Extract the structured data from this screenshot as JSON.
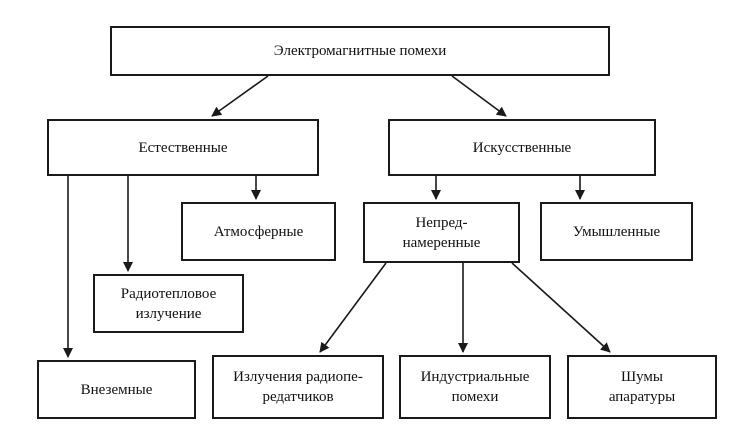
{
  "nodes": {
    "root": "Электромагнитные помехи",
    "natural": "Естественные",
    "artificial": "Искусственные",
    "atmospheric": "Атмосферные",
    "radiothermal_1": "Радиотепловое",
    "radiothermal_2": "излучение",
    "extraterrestrial": "Внеземные",
    "unintentional_1": "Непред-",
    "unintentional_2": "намеренные",
    "intentional": "Умышленные",
    "transmitters_1": "Излучения радиопе-",
    "transmitters_2": "редатчиков",
    "industrial_1": "Индустриальные",
    "industrial_2": "помехи",
    "noise_1": "Шумы",
    "noise_2": "апаратуры"
  }
}
